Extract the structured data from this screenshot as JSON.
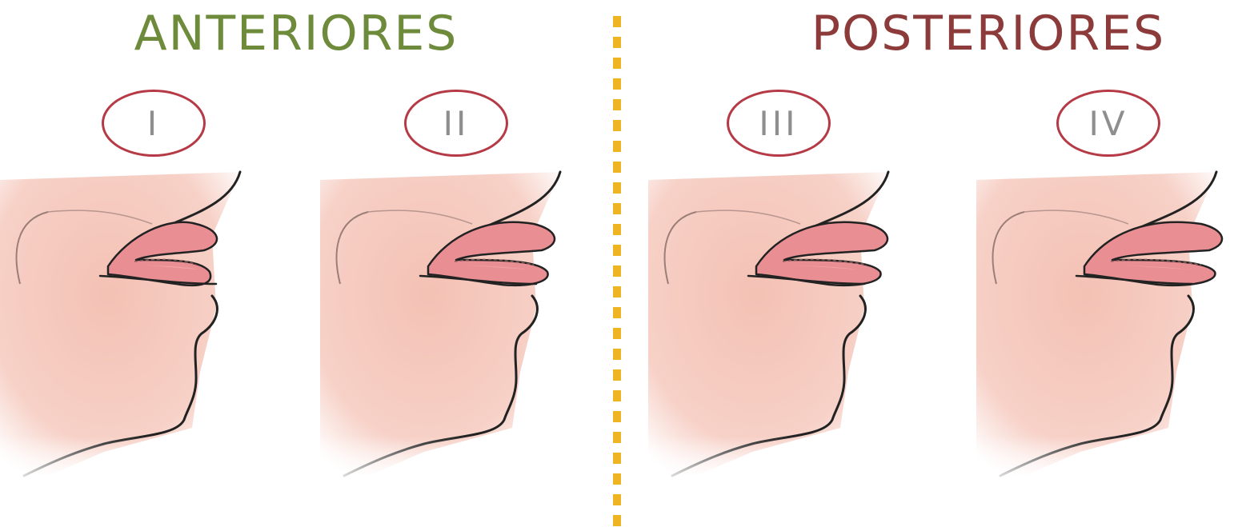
{
  "headings": {
    "anterior": {
      "text": "ANTERIORES",
      "color": "#6d8b3a"
    },
    "posterior": {
      "text": "POSTERIORES",
      "color": "#8c3a3a"
    }
  },
  "divider_color": "#eeb422",
  "badge_color": "#b53a46",
  "figures": [
    {
      "label": "I"
    },
    {
      "label": "II"
    },
    {
      "label": "III"
    },
    {
      "label": "IV"
    }
  ],
  "colors": {
    "skin": "#f4c1b4",
    "lip": "#e98f94",
    "lip_inner": "#f7b4b6",
    "outline": "#222222"
  }
}
